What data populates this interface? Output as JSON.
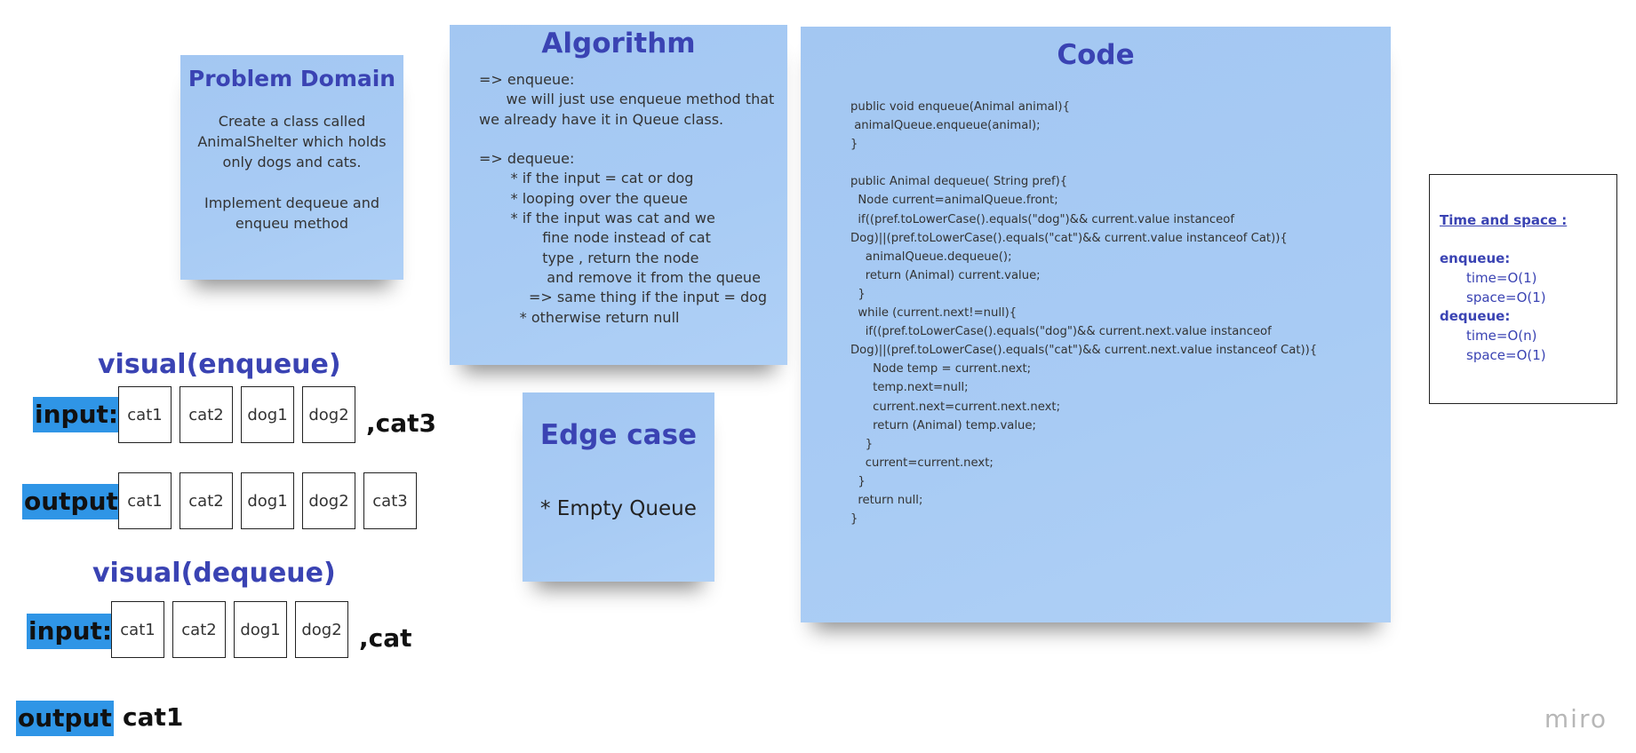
{
  "problem_domain": {
    "title": "Problem Domain",
    "body": "Create a class called\nAnimalShelter which holds\nonly dogs and cats.\n\nImplement dequeue and\nenqueu method"
  },
  "algorithm": {
    "title": "Algorithm",
    "body": "=> enqueue:\n      we will just use enqueue method that\nwe already have it in Queue class.\n\n=> dequeue:\n       * if the input = cat or dog\n       * looping over the queue\n       * if the input was cat and we\n              fine node instead of cat\n              type , return the node\n               and remove it from the queue\n           => same thing if the input = dog\n         * otherwise return null"
  },
  "edge_case": {
    "title": "Edge case",
    "body": "* Empty Queue"
  },
  "code": {
    "title": "Code",
    "body": "public void enqueue(Animal animal){\n animalQueue.enqueue(animal);\n}\n\npublic Animal dequeue( String pref){\n  Node current=animalQueue.front;\n  if((pref.toLowerCase().equals(\"dog\")&& current.value instanceof\nDog)||(pref.toLowerCase().equals(\"cat\")&& current.value instanceof Cat)){\n    animalQueue.dequeue();\n    return (Animal) current.value;\n  }\n  while (current.next!=null){\n    if((pref.toLowerCase().equals(\"dog\")&& current.next.value instanceof\nDog)||(pref.toLowerCase().equals(\"cat\")&& current.next.value instanceof Cat)){\n      Node temp = current.next;\n      temp.next=null;\n      current.next=current.next.next;\n      return (Animal) temp.value;\n    }\n    current=current.next;\n  }\n  return null;\n}"
  },
  "visual_enqueue": {
    "title": "visual(enqueue)",
    "input_label": "input:",
    "input_items": [
      "cat1",
      "cat2",
      "dog1",
      "dog2"
    ],
    "input_suffix": ",cat3",
    "output_label": "output",
    "output_items": [
      "cat1",
      "cat2",
      "dog1",
      "dog2",
      "cat3"
    ]
  },
  "visual_dequeue": {
    "title": "visual(dequeue)",
    "input_label": "input:",
    "input_items": [
      "cat1",
      "cat2",
      "dog1",
      "dog2"
    ],
    "input_suffix": ",cat",
    "output_label": "output",
    "output_value": "cat1"
  },
  "time_space": {
    "title": "Time and space :",
    "enqueue_label": "enqueue:",
    "enqueue_time": "time=O(1)",
    "enqueue_space": "space=O(1)",
    "dequeue_label": "dequeue:",
    "dequeue_time": "time=O(n)",
    "dequeue_space": "space=O(1)"
  },
  "watermark": "miro",
  "colors": {
    "sticky_blue": "#a8cbf4",
    "title_indigo": "#3a43b3",
    "highlight_blue": "#2f95e6"
  }
}
